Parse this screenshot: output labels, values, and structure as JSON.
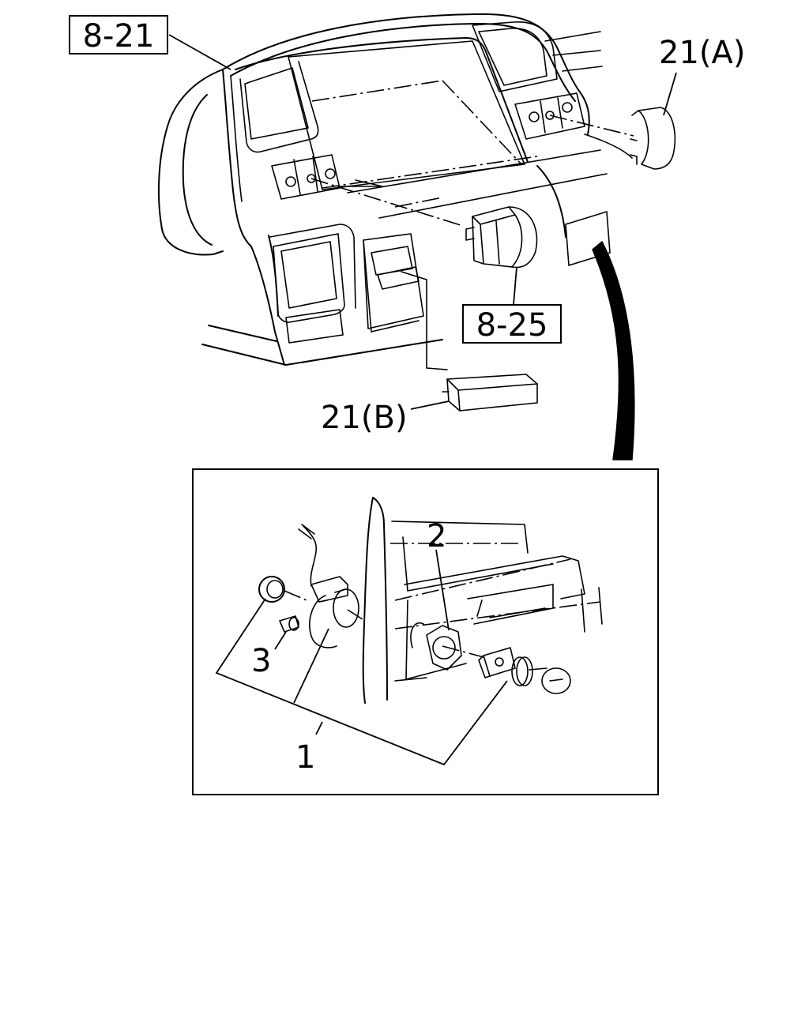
{
  "callouts": {
    "ref_8_21": "8-21",
    "ref_8_25": "8-25",
    "part_21a": "21(A)",
    "part_21b": "21(B)",
    "part_1": "1",
    "part_2": "2",
    "part_3": "3"
  }
}
